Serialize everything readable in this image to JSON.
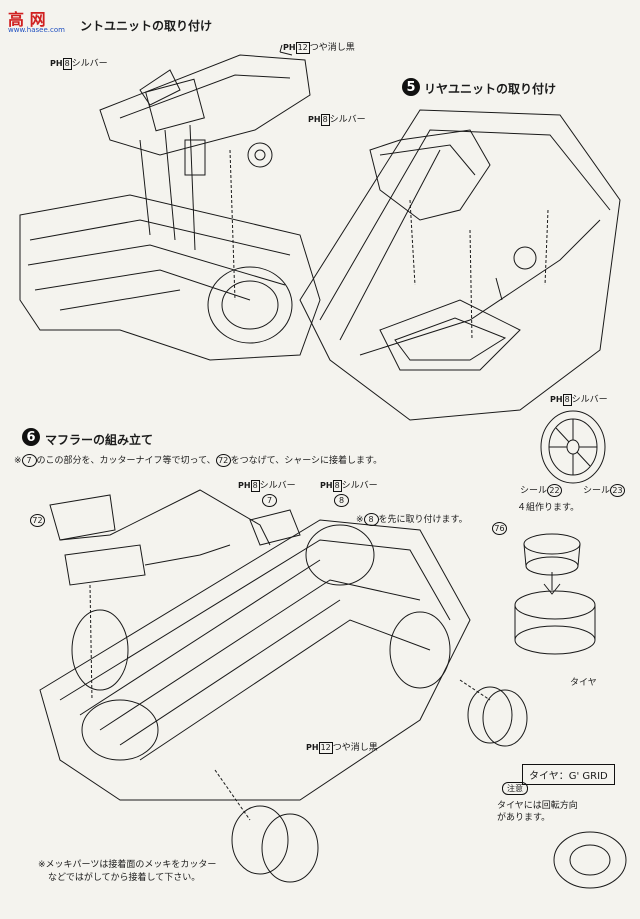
{
  "watermark": {
    "brand": "高 网",
    "url": "www.hasee.com"
  },
  "step4": {
    "title": "ントユニットの取り付け",
    "callouts": {
      "silver_top": {
        "ph": "PH",
        "num": "8",
        "label": "シルバー"
      },
      "matte_black": {
        "ph": "PH",
        "num": "12",
        "label": "つや消し黒"
      },
      "silver_mid": {
        "ph": "PH",
        "num": "8",
        "label": "シルバー"
      }
    }
  },
  "step5": {
    "number": "5",
    "title": "リヤユニットの取り付け"
  },
  "step6": {
    "number": "6",
    "title": "マフラーの組み立て",
    "note_prefix": "※",
    "note_part_a": "7",
    "note_mid": "のこの部分を、カッターナイフ等で切って、",
    "note_part_b": "72",
    "note_suffix": "をつなげて、シャーシに接着します。",
    "callouts": {
      "part72": "72",
      "silver_7": {
        "ph": "PH",
        "num": "8",
        "label": "シルバー",
        "part": "7"
      },
      "silver_8": {
        "ph": "PH",
        "num": "8",
        "label": "シルバー",
        "part": "8"
      },
      "first_prefix": "※",
      "first_part": "8",
      "first_suffix": "を先に取り付けます。",
      "matte_black": {
        "ph": "PH",
        "num": "12",
        "label": "つや消し黒"
      }
    }
  },
  "wheel": {
    "silver": {
      "ph": "PH",
      "num": "8",
      "label": "シルバー"
    },
    "seal_left": {
      "label": "シール",
      "num": "22"
    },
    "seal_right": {
      "label": "シール",
      "num": "23"
    },
    "sets": "４組作ります。",
    "part76": "76",
    "tire_label": "タイヤ"
  },
  "tire_spec": {
    "label": "タイヤ：G' GRID"
  },
  "caution": {
    "tag": "注意",
    "line1": "タイヤには回転方向",
    "line2": "があります。"
  },
  "footer": {
    "line1": "※メッキパーツは接着面のメッキをカッター",
    "line2": "などではがしてから接着して下さい。"
  },
  "colors": {
    "ink": "#1a1a1a",
    "paper": "#f4f3ee",
    "watermark_red": "#d02020",
    "watermark_blue": "#2050c0"
  }
}
